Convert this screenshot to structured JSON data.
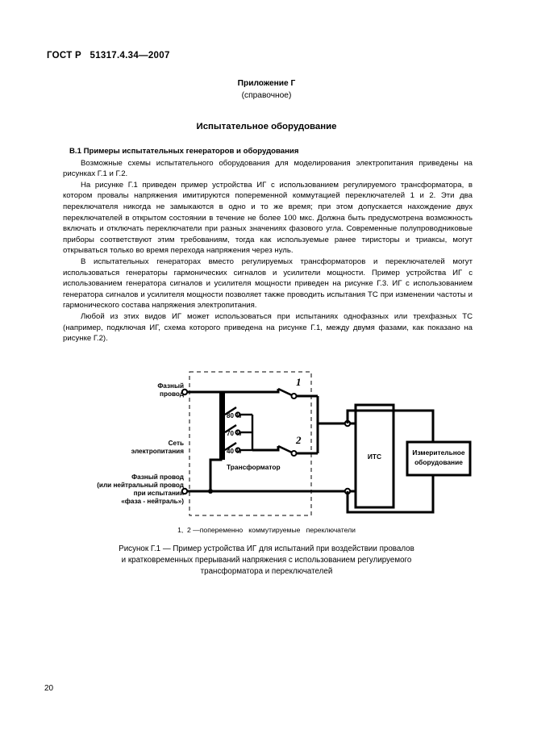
{
  "header": {
    "standard_id": "ГОСТ Р   51317.4.34—2007"
  },
  "annex": {
    "title": "Приложение Г",
    "subtitle": "(справочное)"
  },
  "document": {
    "title": "Испытательное оборудование",
    "section_heading": "В.1 Примеры испытательных генераторов и оборудования",
    "paragraphs": [
      "Возможные схемы испытательного оборудования  для  моделирования электропитания приведены на рисунках Г.1 и Г.2.",
      "На рисунке Г.1 приведен пример устройства ИГ с использованием регулируемого  трансформатора,  в котором провалы напряжения  имитируются  попеременной коммутацией  переключателей 1 и 2.  Эти два переключателя никогда не замыкаются в одно и то же время; при этом  допускается  нахождение двух переключателей в открытом состоянии в течение не более 100 мкс.  Должна быть предусмотрена возможность включать и отключать переключатели при разных значениях фазового угла. Современные полупроводниковые приборы соответствуют  этим требованиям, тогда как используемые ранее тиристоры и триаксы,  могут  открываться только во время перехода напряжения через нуль.",
      "В испытательных генераторах  вместо регулируемых трансформаторов и переключателей могут использоваться генераторы гармонических сигналов и усилители мощности.  Пример устройства ИГ с использованием генератора сигналов  и усилителя мощности приведен   на    рисунке   Г.3.    ИГ с использованием генератора сигналов  и усилителя мощности  позволяет также проводить испытания ТС при изменении частоты и гармонического состава  напряжения  электропитания.",
      "Любой    из    этих  видов ИГ   может  использоваться   при испытаниях однофазных или трехфазных ТС (например, подключая  ИГ,  схема которого приведена  на рисунке Г.1,  между  двумя  фазами,   как показано на рисунке Г.2)."
    ]
  },
  "figure": {
    "labels": {
      "phase_wire_top": [
        "Фазный",
        "провод"
      ],
      "mains_network": [
        "Сеть",
        "электропитания"
      ],
      "phase_wire_bottom": [
        "Фазный   провод",
        "(или нейтральный провод",
        "при испытании",
        "«фаза - нейтраль»)"
      ],
      "transformer": "Трансформатор",
      "tap_80": "80 %",
      "tap_70": "70 %",
      "tap_40": "40 %",
      "switch_1": "1",
      "switch_2": "2",
      "eut_box": "ИТС",
      "measuring_box": [
        "Измерительное",
        "оборудование"
      ]
    },
    "note": "1,  2 —попеременно   коммутируемые   переключатели",
    "caption": [
      "Рисунок Г.1 — Пример устройства ИГ  для испытаний  при воздействии провалов",
      "и кратковременных   прерываний напряжения с использованием   регулируемого",
      "трансформатора  и  переключателей"
    ]
  },
  "folio": {
    "page_number": "20"
  },
  "colors": {
    "ink": "#000000",
    "paper": "#ffffff"
  }
}
